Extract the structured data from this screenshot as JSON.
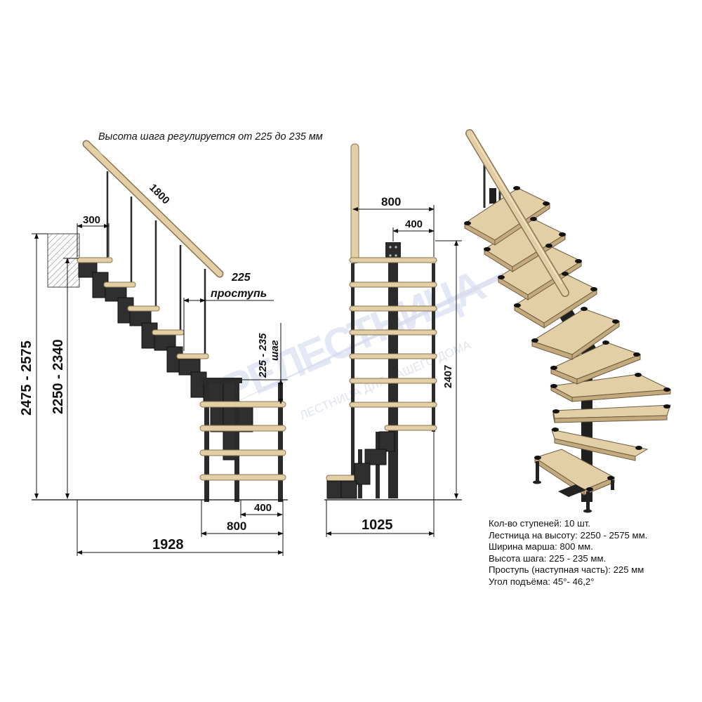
{
  "header_note": "Высота шага регулируется от 225 до 235 мм",
  "side_view": {
    "handrail_length": "1800",
    "step_depth_300": "300",
    "tread_value": "225",
    "tread_label": "проступь",
    "rise_value": "225 - 235",
    "rise_label": "шаг",
    "height_total": "2475 - 2575",
    "height_floor": "2250 - 2340",
    "dim_400": "400",
    "dim_800": "800",
    "dim_1928": "1928"
  },
  "front_view": {
    "dim_800": "800",
    "dim_400": "400",
    "dim_2407": "2407",
    "dim_1025": "1025"
  },
  "watermark": {
    "brand": "ГРЕЛЕСТНИЦА",
    "slogan": "ЛЕСТНИЦА ДЛЯ ВАШЕГО ДОМА"
  },
  "specs": [
    "Кол-во ступеней: 10 шт.",
    "Лестница на высоту: 2250 - 2575 мм.",
    "Ширина марша: 800 мм.",
    "Высота шага: 225 - 235 мм.",
    "Проступь (наступная часть): 225 мм",
    "Угол подъёма: 45°- 46,2°"
  ],
  "colors": {
    "wood": "#e3cfa6",
    "wood_edge": "#8a7450",
    "metal": "#2b2b2b",
    "dim_line": "#111111",
    "watermark": "#b9bfe2"
  }
}
